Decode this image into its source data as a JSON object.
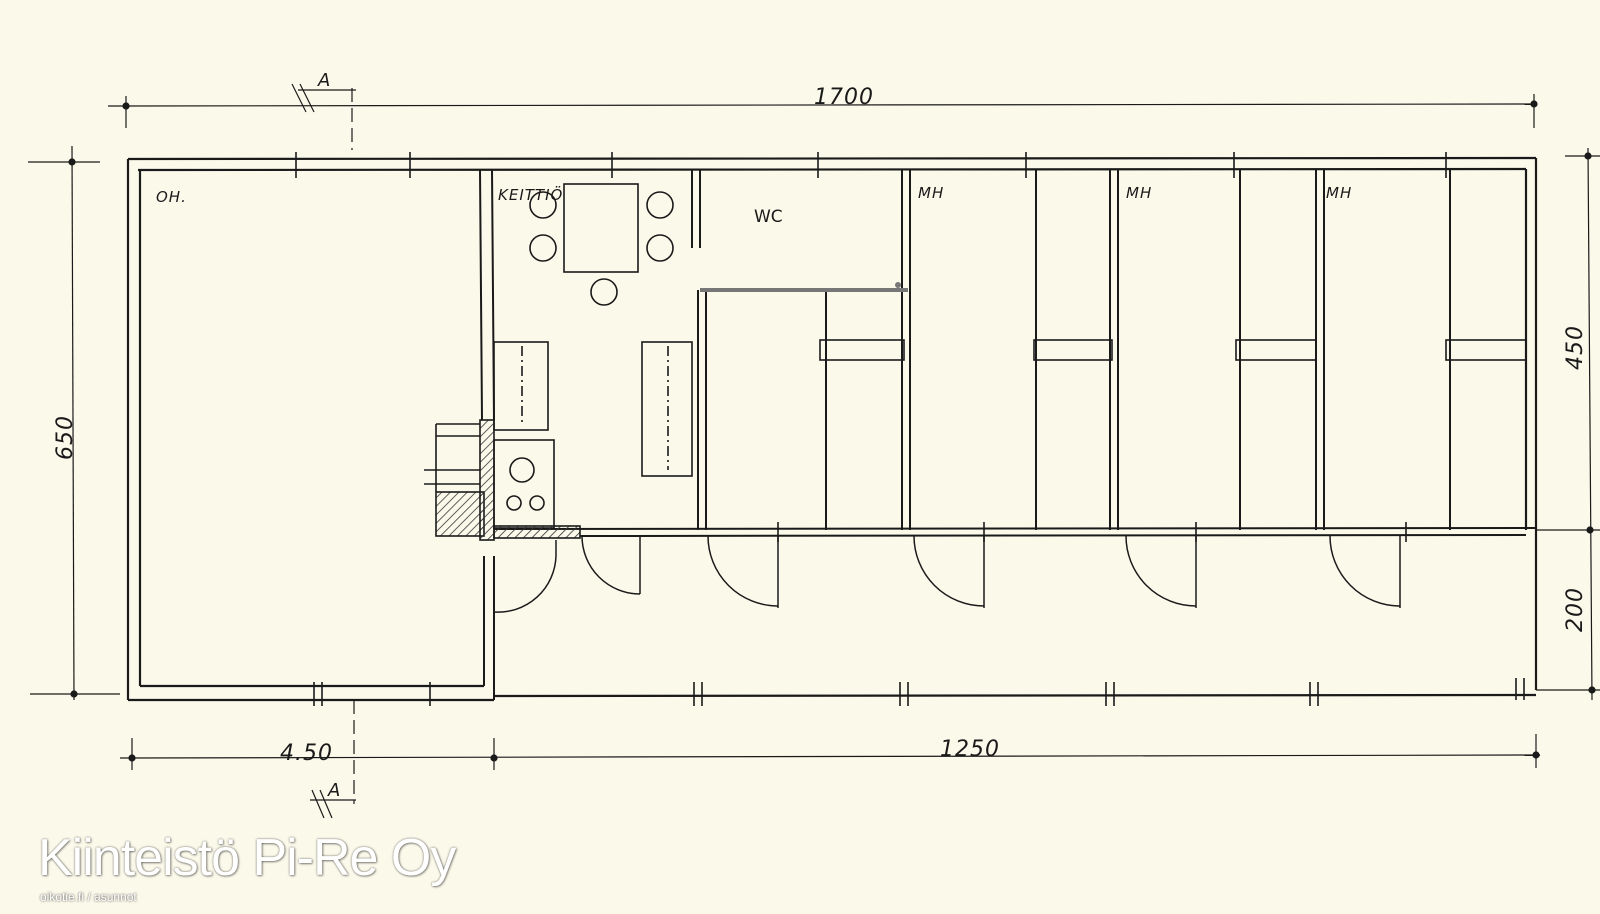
{
  "dimensions": {
    "total_length": "1700",
    "total_depth": "650",
    "right_upper": "450",
    "right_lower": "200",
    "bottom_left": "4.50",
    "bottom_right": "1250"
  },
  "section_marker": "A",
  "rooms": {
    "living": "OH.",
    "kitchen": "KEITTIÖ",
    "wc": "WC",
    "bedroom_1": "MH",
    "bedroom_2": "MH",
    "bedroom_3": "MH"
  },
  "watermark": {
    "company": "Kiinteistö Pi-Re Oy",
    "site": "oikotie.fi / asunnot"
  },
  "colors": {
    "paper": "#fbf9ea",
    "ink": "#1a1a1a",
    "hatch": "#333333",
    "partition": "#777777"
  }
}
